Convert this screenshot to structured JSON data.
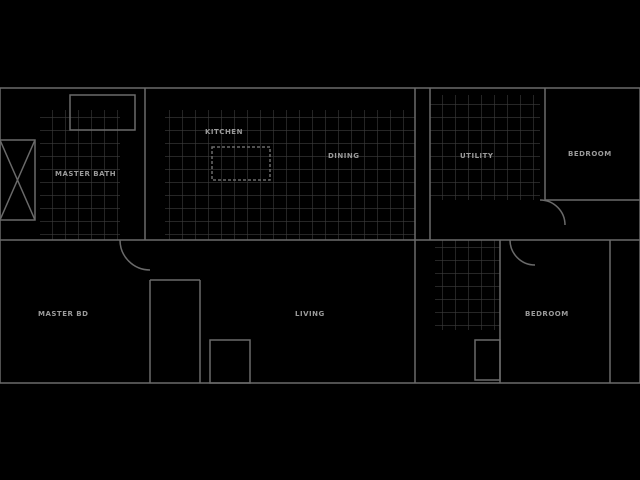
{
  "rooms": {
    "master_bath": "MASTER BATH",
    "kitchen": "KITCHEN",
    "dining": "DINING",
    "utility": "UTILITY",
    "bedroom_top": "BEDROOM",
    "master_bedroom": "MASTER BD",
    "living": "LIVING",
    "bedroom_bottom": "BEDROOM"
  },
  "colors": {
    "background": "#000000",
    "lines": "#6a6a6a",
    "grid": "#3a3a3a"
  }
}
